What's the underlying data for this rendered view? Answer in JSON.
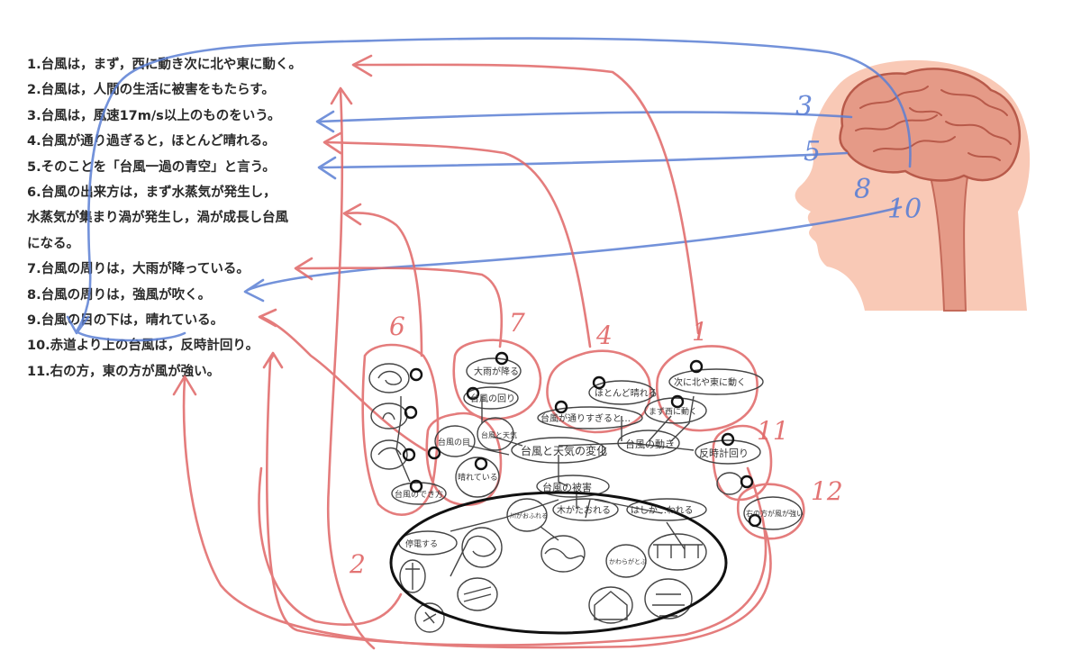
{
  "statements": [
    "1.台風は，まず，西に動き次に北や東に動く。",
    "2.台風は，人間の生活に被害をもたらす。",
    "3.台風は，風速17m/s以上のものをいう。",
    "4.台風が通り過ぎると，ほとんど晴れる。",
    "5.そのことを「台風一過の青空」と言う。",
    "6.台風の出来方は，まず水蒸気が発生し，",
    "水蒸気が集まり渦が発生し，渦が成長し台風",
    "になる。",
    "7.台風の周りは，大雨が降っている。",
    "8.台風の周りは，強風が吹く。",
    "9.台風の目の下は，晴れている。",
    "10.赤道より上の台風は，反時計回り。",
    "11.右の方，東の方が風が強い。"
  ],
  "brain_numbers": [
    "3",
    "5",
    "8",
    "10"
  ],
  "map_numbers": [
    "6",
    "7",
    "4",
    "1",
    "2",
    "11",
    "12"
  ],
  "mindmap": {
    "center": "台風と天気の変化",
    "top_nodes": [
      "台風と天気",
      "台風の動き",
      "台風の被害",
      "台風の目"
    ],
    "movement": [
      "次に北や東に動く",
      "まず西に動く",
      "反時計回り"
    ],
    "passing": [
      "ほとんど晴れる",
      "台風が通りすぎると…"
    ],
    "rain": [
      "大雨が降る",
      "台風の回り"
    ],
    "eye": [
      "晴れている"
    ],
    "formation": [
      "台風のでき方"
    ],
    "east": [
      "右の方が風が強い"
    ],
    "damage": [
      "停電する",
      "川がおふれる",
      "木がたおれる",
      "はしが…われる",
      "かわらがとぶ"
    ]
  },
  "colors": {
    "red": "#e06666",
    "blue": "#5b7fd4",
    "brain": "#e59a87",
    "skin": "#f9c9b6",
    "ink": "#333333"
  }
}
